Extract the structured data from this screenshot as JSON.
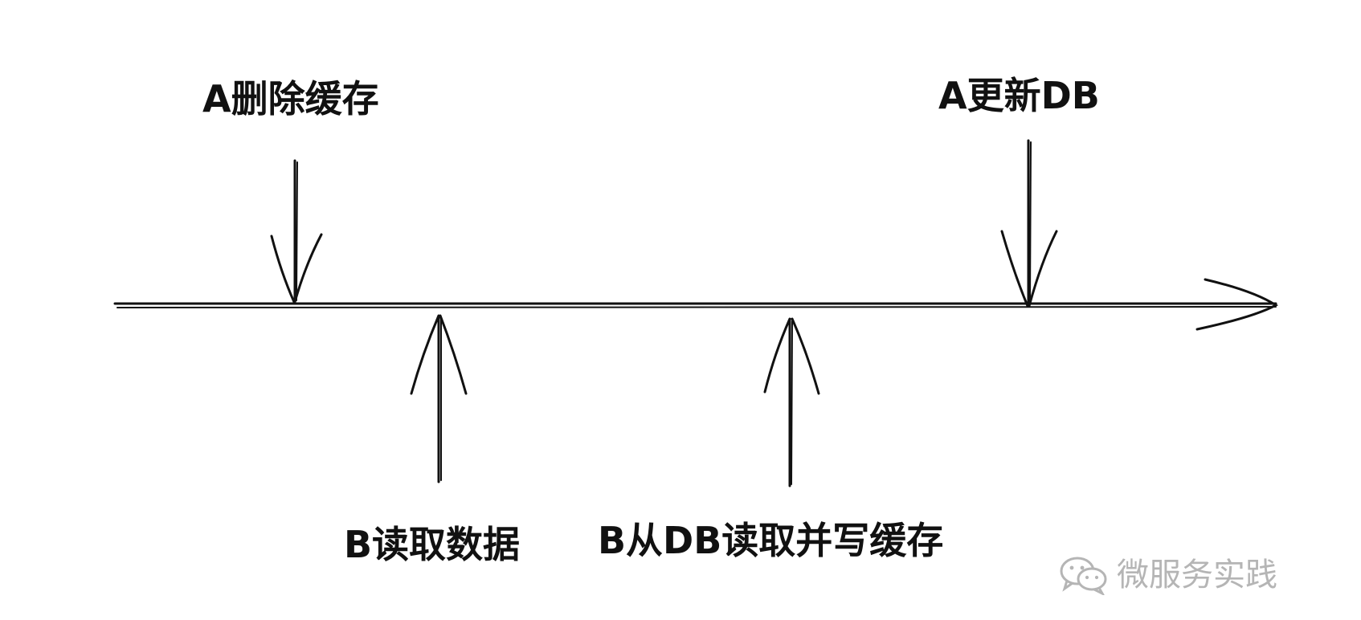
{
  "events": {
    "a_delete_cache": "A删除缓存",
    "a_update_db": "A更新DB",
    "b_read_data": "B读取数据",
    "b_read_db_write_cache": "B从DB读取并写缓存"
  },
  "watermark": {
    "text": "微服务实践",
    "icon": "wechat-icon"
  },
  "colors": {
    "ink": "#111111",
    "watermark": "#b5b5b5",
    "background": "#ffffff"
  }
}
